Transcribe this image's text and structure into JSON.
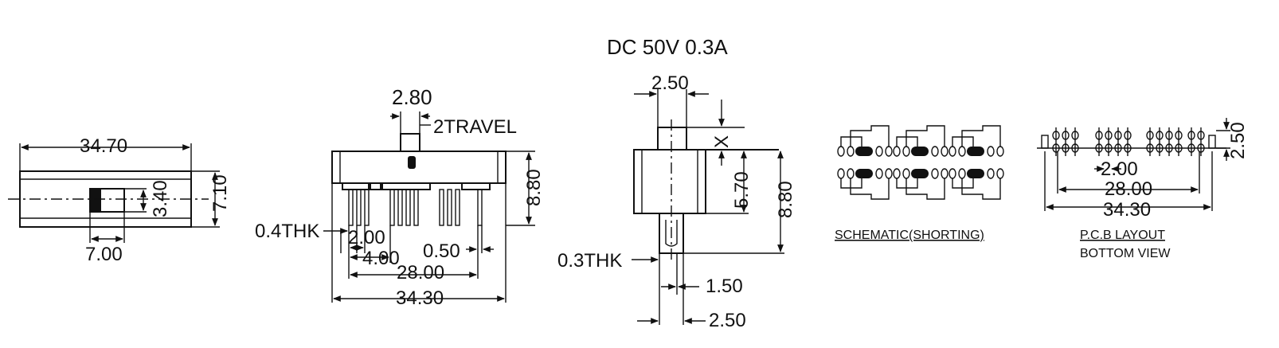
{
  "header": {
    "rating": "DC  50V  0.3A"
  },
  "top_view": {
    "overall_length": "34.70",
    "height": "7.10",
    "knob_height": "3.40",
    "knob_offset": "7.00"
  },
  "front_view": {
    "travel_width": "2.80",
    "travel": "2TRAVEL",
    "height": "8.80",
    "pin_thickness": "0.4THK",
    "pin_pitch": "2.00",
    "group_pitch": "4.00",
    "pin_width": "0.50",
    "pin_span": "28.00",
    "body_length": "34.30"
  },
  "side_view": {
    "knob_width": "2.50",
    "x_label": "X",
    "body_height": "5.70",
    "height": "8.80",
    "pin_thickness": "0.3THK",
    "pin_width": "1.50",
    "pin_spacing": "2.50"
  },
  "schematic": {
    "caption": "SCHEMATIC(SHORTING)"
  },
  "pcb_layout": {
    "caption_line1": "P.C.B LAYOUT",
    "caption_line2": "BOTTOM VIEW",
    "row_spacing": "2.50",
    "pin_pitch": "2.00",
    "pin_span": "28.00",
    "overall": "34.30"
  }
}
